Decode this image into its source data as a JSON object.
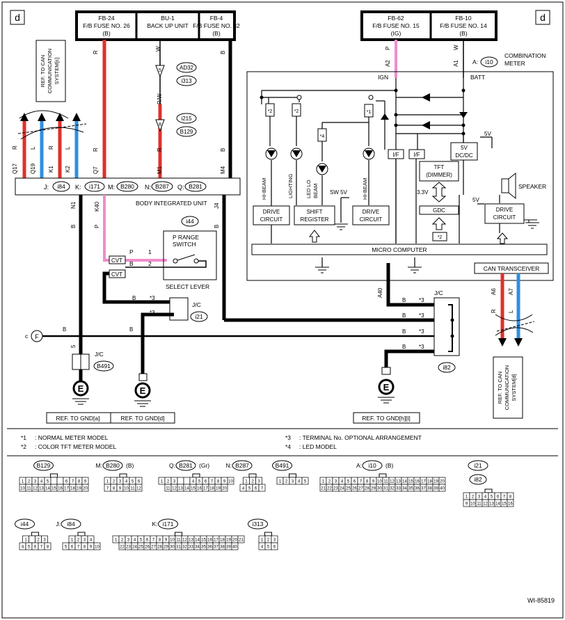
{
  "corner_labels": {
    "left": "d",
    "right": "d"
  },
  "fuses": [
    {
      "id": "FB-24",
      "l1": "F/B FUSE NO. 26",
      "l2": "(B)"
    },
    {
      "id": "BU-1",
      "l1": "BACK UP UNIT",
      "l2": ""
    },
    {
      "id": "FB-4",
      "l1": "F/B FUSE NO. 32",
      "l2": "(B)"
    },
    {
      "id": "FB-62",
      "l1": "F/B FUSE NO. 15",
      "l2": "(IG)"
    },
    {
      "id": "FB-10",
      "l1": "F/B FUSE NO. 14",
      "l2": "(B)"
    }
  ],
  "can_ref_top": [
    "REF. TO CAN",
    "COMMUNICATION",
    "SYSTEM[c]"
  ],
  "can_ref_bottom": [
    "REF. TO CAN",
    "COMMUNICATION",
    "SYSTEM[d]"
  ],
  "wire_colors": {
    "red": "#e0302a",
    "blue": "#2f8fe0",
    "pink": "#f08ccc",
    "black": "#000000"
  },
  "wire_labels": {
    "r1": "R",
    "w1": "W",
    "rw": "R/W",
    "r2": "R",
    "b1": "B",
    "b2": "B",
    "p_top": "P",
    "w_top": "W",
    "a2": "A2",
    "a1": "A1",
    "q17": "Q17",
    "q19": "Q19",
    "k1": "K1",
    "k2": "K2",
    "q7": "Q7",
    "m1": "M1",
    "m4": "M4",
    "n1": "N1",
    "k40": "K40",
    "j4": "J4",
    "b_n1": "B",
    "p_k40": "P",
    "b_j4": "B",
    "a6": "A6",
    "a7": "A7",
    "r_a6": "R",
    "l_a7": "L",
    "c_r1": "R",
    "c_l1": "L",
    "c_r2": "R",
    "c_l2": "L",
    "a40": "A40",
    "b5": "5",
    "b_f": "B",
    "b_f2": "B"
  },
  "connectors": {
    "ad32": "AD32",
    "i313a": "i313",
    "i215": "i215",
    "b129a": "B129",
    "pin5": "5",
    "pin8": "8",
    "i84": "i84",
    "i171": "i171",
    "b280": "B280",
    "b287": "B287",
    "b281": "B281",
    "i44": "i44",
    "i21": "i21",
    "b491": "B491",
    "i82": "i82",
    "i10": "i10"
  },
  "prefixes": {
    "j": "J:",
    "k": "K:",
    "m": "M:",
    "n": "N:",
    "q": "Q:",
    "a": "A:"
  },
  "body_unit": "BODY INTEGRATED UNIT",
  "combo_meter": [
    "COMBINATION",
    "METER"
  ],
  "prange": {
    "line1": "P RANGE",
    "line2": "SWITCH",
    "p": "P",
    "one": "1",
    "two": "2",
    "b": "B",
    "pin2": "2"
  },
  "select_lever": "SELECT LEVER",
  "cvt1": "CVT",
  "cvt2": "CVT",
  "jc": "J/C",
  "star3": "*3",
  "f_label": "F",
  "c_label": "c",
  "e_label": "E",
  "meter": {
    "ign": "IGN",
    "batt": "BATT",
    "hibeam": "HI-BEAM",
    "lighting": "LIGHTING",
    "ledlo": [
      "LED LO",
      "BEAM"
    ],
    "hibeam2": "HI-BEAM",
    "sw5v": "SW 5V",
    "drive": [
      "DRIVE",
      "CIRCUIT"
    ],
    "shift": [
      "SHIFT",
      "REGISTER"
    ],
    "if1": "I/F",
    "if2": "I/F",
    "tft": [
      "TFT",
      "(DIMMER)"
    ],
    "gdc": "GDC",
    "v33": "3.3V",
    "v5": "5V",
    "v5b": "5V",
    "dcdc": [
      "5V",
      "DC/DC"
    ],
    "speaker": "SPEAKER",
    "micro": "MICRO COMPUTER",
    "can": "CAN TRANSCEIVER",
    "s1": "*1",
    "s2": "*2",
    "s2b": "*2",
    "s2c": "*2",
    "s4": "*4"
  },
  "gnd_refs": [
    "REF. TO GND[a]",
    "REF. TO GND[d]",
    "REF. TO GND[h][i]"
  ],
  "notes": [
    {
      "mark": "*1",
      "text": ": NORMAL METER MODEL"
    },
    {
      "mark": "*2",
      "text": ": COLOR TFT METER MODEL"
    },
    {
      "mark": "*3",
      "text": ": TERMINAL No. OPTIONAL ARRANGEMENT"
    },
    {
      "mark": "*4",
      "text": ": LED MODEL"
    }
  ],
  "connector_table": [
    {
      "prefix": "",
      "id": "B129",
      "suffix": "",
      "rows": [
        [
          "1",
          "2",
          "3",
          "4",
          "5",
          "",
          "",
          "6",
          "7",
          "8",
          "9"
        ],
        [
          "10",
          "11",
          "12",
          "13",
          "14",
          "15",
          "16",
          "17",
          "18",
          "19",
          "20"
        ]
      ]
    },
    {
      "prefix": "M:",
      "id": "B280",
      "suffix": "(B)",
      "rows": [
        [
          "1",
          "2",
          "3",
          "4",
          "5",
          "6"
        ],
        [
          "7",
          "8",
          "9",
          "10",
          "11",
          "12"
        ]
      ]
    },
    {
      "prefix": "Q:",
      "id": "B281",
      "suffix": "(Gr)",
      "rows": [
        [
          "1",
          "2",
          "3",
          "",
          "",
          "4",
          "5",
          "6",
          "7",
          "8",
          "9",
          "10"
        ],
        [
          "11",
          "12",
          "13",
          "14",
          "15",
          "16",
          "17",
          "18",
          "19",
          "20"
        ]
      ]
    },
    {
      "prefix": "N:",
      "id": "B287",
      "suffix": "",
      "rows": [
        [
          "1",
          "2",
          "3"
        ],
        [
          "4",
          "5",
          "6",
          "7"
        ]
      ]
    },
    {
      "prefix": "",
      "id": "B491",
      "suffix": "",
      "rows": [
        [
          "1",
          "2",
          "3",
          "4",
          "5"
        ]
      ]
    },
    {
      "prefix": "A:",
      "id": "i10",
      "suffix": "(B)",
      "rows": [
        [
          "1",
          "2",
          "3",
          "4",
          "5",
          "6",
          "7",
          "8",
          "9",
          "10",
          "11",
          "12",
          "13",
          "14",
          "15",
          "16",
          "17",
          "18",
          "19",
          "20"
        ],
        [
          "21",
          "22",
          "23",
          "24",
          "25",
          "26",
          "27",
          "28",
          "29",
          "30",
          "31",
          "32",
          "33",
          "34",
          "35",
          "36",
          "37",
          "38",
          "39",
          "40"
        ]
      ]
    },
    {
      "prefix": "",
      "id": "i21",
      "id2": "i82",
      "suffix": "",
      "rows": [
        [
          "1",
          "2",
          "3",
          "4",
          "5",
          "6",
          "7",
          "8"
        ],
        [
          "9",
          "10",
          "11",
          "12",
          "13",
          "14",
          "15",
          "16"
        ]
      ]
    },
    {
      "prefix": "",
      "id": "i44",
      "suffix": "",
      "rows": [
        [
          "1",
          "",
          "2",
          "3"
        ],
        [
          "4",
          "5",
          "6",
          "7",
          "8"
        ]
      ]
    },
    {
      "prefix": "J:",
      "id": "i84",
      "suffix": "",
      "rows": [
        [
          "1",
          "2",
          "3",
          "4"
        ],
        [
          "5",
          "6",
          "7",
          "8",
          "9",
          "10"
        ]
      ]
    },
    {
      "prefix": "K:",
      "id": "i171",
      "suffix": "",
      "rows": [
        [
          "1",
          "2",
          "3",
          "4",
          "5",
          "6",
          "7",
          "8",
          "9",
          "10",
          "11",
          "12",
          "13",
          "14",
          "15",
          "16",
          "17",
          "18",
          "19",
          "20",
          "21"
        ],
        [
          "22",
          "23",
          "24",
          "25",
          "26",
          "27",
          "28",
          "29",
          "30",
          "31",
          "32",
          "33",
          "34",
          "35",
          "36",
          "37",
          "38",
          "39",
          "40"
        ]
      ]
    },
    {
      "prefix": "",
      "id": "i313",
      "suffix": "",
      "rows": [
        [
          "1",
          "2",
          "3"
        ],
        [
          "4",
          "5",
          "6"
        ]
      ]
    }
  ],
  "figure_id": "WI-85819"
}
